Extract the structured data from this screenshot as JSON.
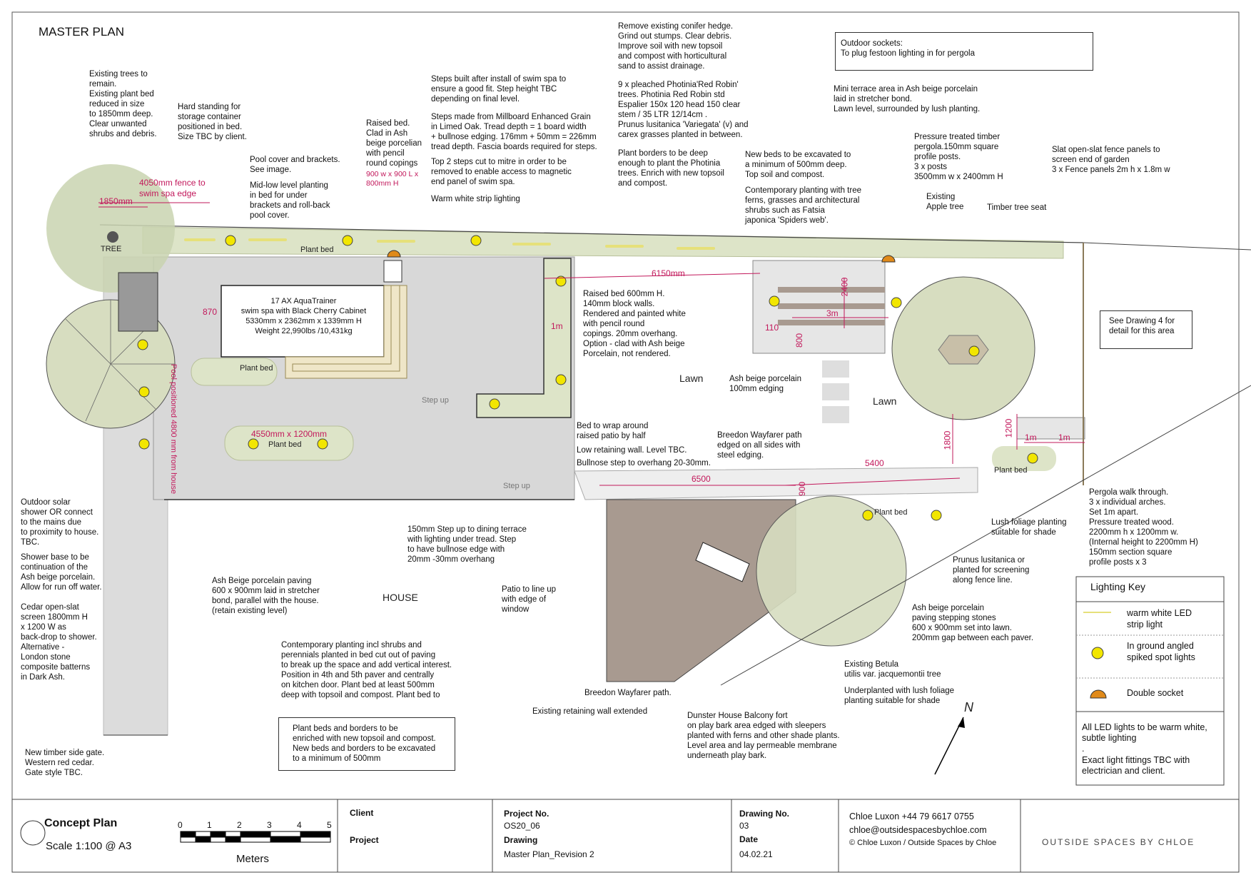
{
  "title": "MASTER PLAN",
  "colors": {
    "dimension": "#c2185b",
    "planting": "#c9d3b0",
    "paving": "#dcdcdc",
    "decking": "#a89a90",
    "light": "#f2e600"
  },
  "notes": {
    "existing_trees": "Existing trees to\nremain.\nExisting plant bed\nreduced in size\nto 1850mm deep.\nClear unwanted\nshrubs and debris.",
    "hard_standing": "Hard standing for\nstorage container\npositioned in bed.\nSize TBC by client.",
    "pool_cover": "Pool cover and brackets.\nSee image.",
    "mid_low_planting": "Mid-low level planting\nin bed for under\nbrackets and roll-back\npool cover.",
    "raised_bed": "Raised bed.\nClad in Ash\nbeige porcelian\nwith pencil\nround copings",
    "raised_bed_dim": "900 w x 900 L x\n800mm H",
    "steps_built": "Steps built after install of swim spa to\nensure a good fit. Step height TBC\ndepending on final level.",
    "steps_made": "Steps made from Millboard Enhanced Grain\nin Limed Oak. Tread depth = 1 board width\n+ bullnose edging. 176mm + 50mm = 226mm\ntread depth. Fascia boards required for steps.",
    "top_steps": "Top 2 steps cut to mitre in order to be\nremoved to enable access to magnetic\nend panel of swim spa.",
    "warm_strip": "Warm white strip lighting",
    "remove_hedge": "Remove existing conifer hedge.\nGrind out stumps. Clear debris.\nImprove soil with new topsoil\nand compost with horticultural\nsand to assist drainage.",
    "photinia": "9 x pleached Photinia'Red Robin'\ntrees. Photinia Red Robin std\nEspalier 150x 120 head  150 clear\nstem  / 35 LTR 12/14cm .\nPrunus lusitanica 'Variegata' (v) and\ncarex grasses planted in between.",
    "plant_borders": "Plant borders to be deep\nenough to plant the Photinia\ntrees. Enrich with new topsoil\nand compost.",
    "outdoor_sockets": "Outdoor sockets:\nTo plug festoon lighting in for pergola",
    "mini_terrace": "Mini terrace area in Ash beige porcelain\nlaid in stretcher bond.\nLawn level, surrounded by lush planting.",
    "new_beds": "New beds to be excavated to\na minimum of 500mm deep.\nTop soil and compost.",
    "contemporary_tree_ferns": "Contemporary planting with tree\nferns, grasses and architectural\nshrubs such as Fatsia\njaponica 'Spiders web'.",
    "pergola": "Pressure treated timber\npergola.150mm square\nprofile posts.\n3 x posts\n3500mm w x 2400mm H",
    "existing_apple": "Existing\nApple tree",
    "timber_seat": "Timber tree seat",
    "slat_fence": "Slat open-slat fence panels to\nscreen end of garden\n3 x Fence panels 2m h x 1.8m w",
    "see_drawing": "See Drawing 4 for\ndetail for this area",
    "raised_bed_600": "Raised bed 600mm H.\n140mm block walls.\nRendered and painted white\nwith pencil round\ncopings. 20mm overhang.\nOption - clad with Ash beige\nPorcelain, not rendered.",
    "swim_spa": "17 AX AquaTrainer\nswim spa with Black Cherry Cabinet\n5330mm x 2362mm x 1339mm H\nWeight 22,990lbs /10,431kg",
    "ash_edging": "Ash beige porcelain\n100mm edging",
    "bed_wrap": "Bed to wrap around\nraised patio by half",
    "low_wall": "Low retaining wall. Level TBC.",
    "bullnose": "Bullnose step to overhang 20-30mm.",
    "breedon_path_edged": "Breedon Wayfarer path\nedged on all sides with\nsteel edging.",
    "outdoor_shower": "Outdoor solar\nshower OR connect\nto the mains due\nto proximity to house.\nTBC.",
    "shower_base": "Shower base to be\ncontinuation of the\nAsh beige porcelain.\nAllow for run off water.",
    "cedar_screen": "Cedar open-slat\nscreen 1800mm H\nx 1200 W as\nback-drop to shower.\nAlternative -\nLondon stone\ncomposite batterns\nin Dark Ash.",
    "timber_gate": "New timber side gate.\nWestern red cedar.\nGate style TBC.",
    "ash_paving": "Ash Beige porcelain paving\n600 x 900mm laid in stretcher\nbond, parallel with the house.\n(retain existing level)",
    "contemporary_shrubs": "Contemporary planting incl shrubs and\nperennials planted in bed cut out of paving\nto break up the space and add vertical interest.\nPosition in 4th and 5th paver and centrally\non kitchen door. Plant bed at least 500mm\ndeep with topsoil and compost. Plant bed to",
    "step_up_dining": "150mm Step up to dining terrace\nwith lighting under tread. Step\nto have bullnose edge with\n20mm -30mm overhang",
    "patio_window": "Patio to line up\nwith edge of\nwindow",
    "breedon_path": "Breedon Wayfarer path.",
    "retaining_extended": "Existing retaining wall extended",
    "dunster": "Dunster House Balcony fort\non play bark area edged with sleepers\nplanted with ferns and other shade plants.\nLevel area and lay permeable membrane\nunderneath play bark.",
    "betula": "Existing Betula\nutilis var. jacquemontii tree",
    "underplanted": "Underplanted with lush foliage\nplanting suitable for shade",
    "stepping_stones": "Ash beige porcelain\npaving stepping stones\n600 x 900mm set into lawn.\n200mm gap between each paver.",
    "prunus": "Prunus lusitanica or\nplanted for screening\nalong fence line.",
    "lush_foliage": "Lush foliage planting\nsuitable for shade",
    "pergola_walk": "Pergola walk through.\n3 x individual arches.\nSet 1m apart.\nPressure treated wood.\n2200mm h x 1200mm w.\n(Internal height to 2200mm H)\n150mm section square\nprofile posts x 3",
    "plant_beds_enriched": "Plant beds and borders to be\nenriched with new topsoil and compost.\nNew beds and borders to be excavated\nto a minimum of 500mm"
  },
  "labels": {
    "tree": "TREE",
    "plant_bed": "Plant bed",
    "lawn": "Lawn",
    "house": "HOUSE",
    "step_up": "Step up",
    "pool_positioned": "Pool positioned 4800 mm from house",
    "north": "N"
  },
  "dims": {
    "fence_4050": "4050mm fence to\nswim spa edge",
    "d1850": "1850mm",
    "d870": "870",
    "d4550": "4550mm x 1200mm",
    "d1m": "1m",
    "d6150": "6150mm",
    "d2400": "2400",
    "d3m": "3m",
    "d110": "110",
    "d800": "800",
    "d1800": "1800",
    "d1200": "1200",
    "d5400": "5400",
    "d6500": "6500",
    "d900": "900"
  },
  "legend": {
    "title": "Lighting Key",
    "items": [
      {
        "label": "warm white LED\nstrip light",
        "icon": "strip-light-icon"
      },
      {
        "label": "In ground angled\nspiked spot lights",
        "icon": "spot-light-icon"
      },
      {
        "label": "Double socket",
        "icon": "double-socket-icon"
      }
    ],
    "note1": "All LED lights to be warm white,\nsubtle lighting\n.",
    "note2": "Exact light fittings TBC with\nelectrician and client."
  },
  "title_block": {
    "concept": "Concept Plan",
    "scale": "Scale 1:100 @ A3",
    "scale_ticks": [
      "0",
      "1",
      "2",
      "3",
      "4",
      "5"
    ],
    "meters": "Meters",
    "client_label": "Client",
    "project_label": "Project",
    "project_no_label": "Project No.",
    "project_no": "OS20_06",
    "drawing_label": "Drawing",
    "drawing": "Master Plan_Revision 2",
    "drawing_no_label": "Drawing No.",
    "drawing_no": "03",
    "date_label": "Date",
    "date": "04.02.21",
    "contact": "Chloe Luxon  +44 79 6617 0755",
    "email": "chloe@outsidespacesbychloe.com",
    "copyright": "© Chloe Luxon / Outside Spaces by Chloe",
    "brand": "OUTSIDE SPACES BY CHLOE"
  }
}
